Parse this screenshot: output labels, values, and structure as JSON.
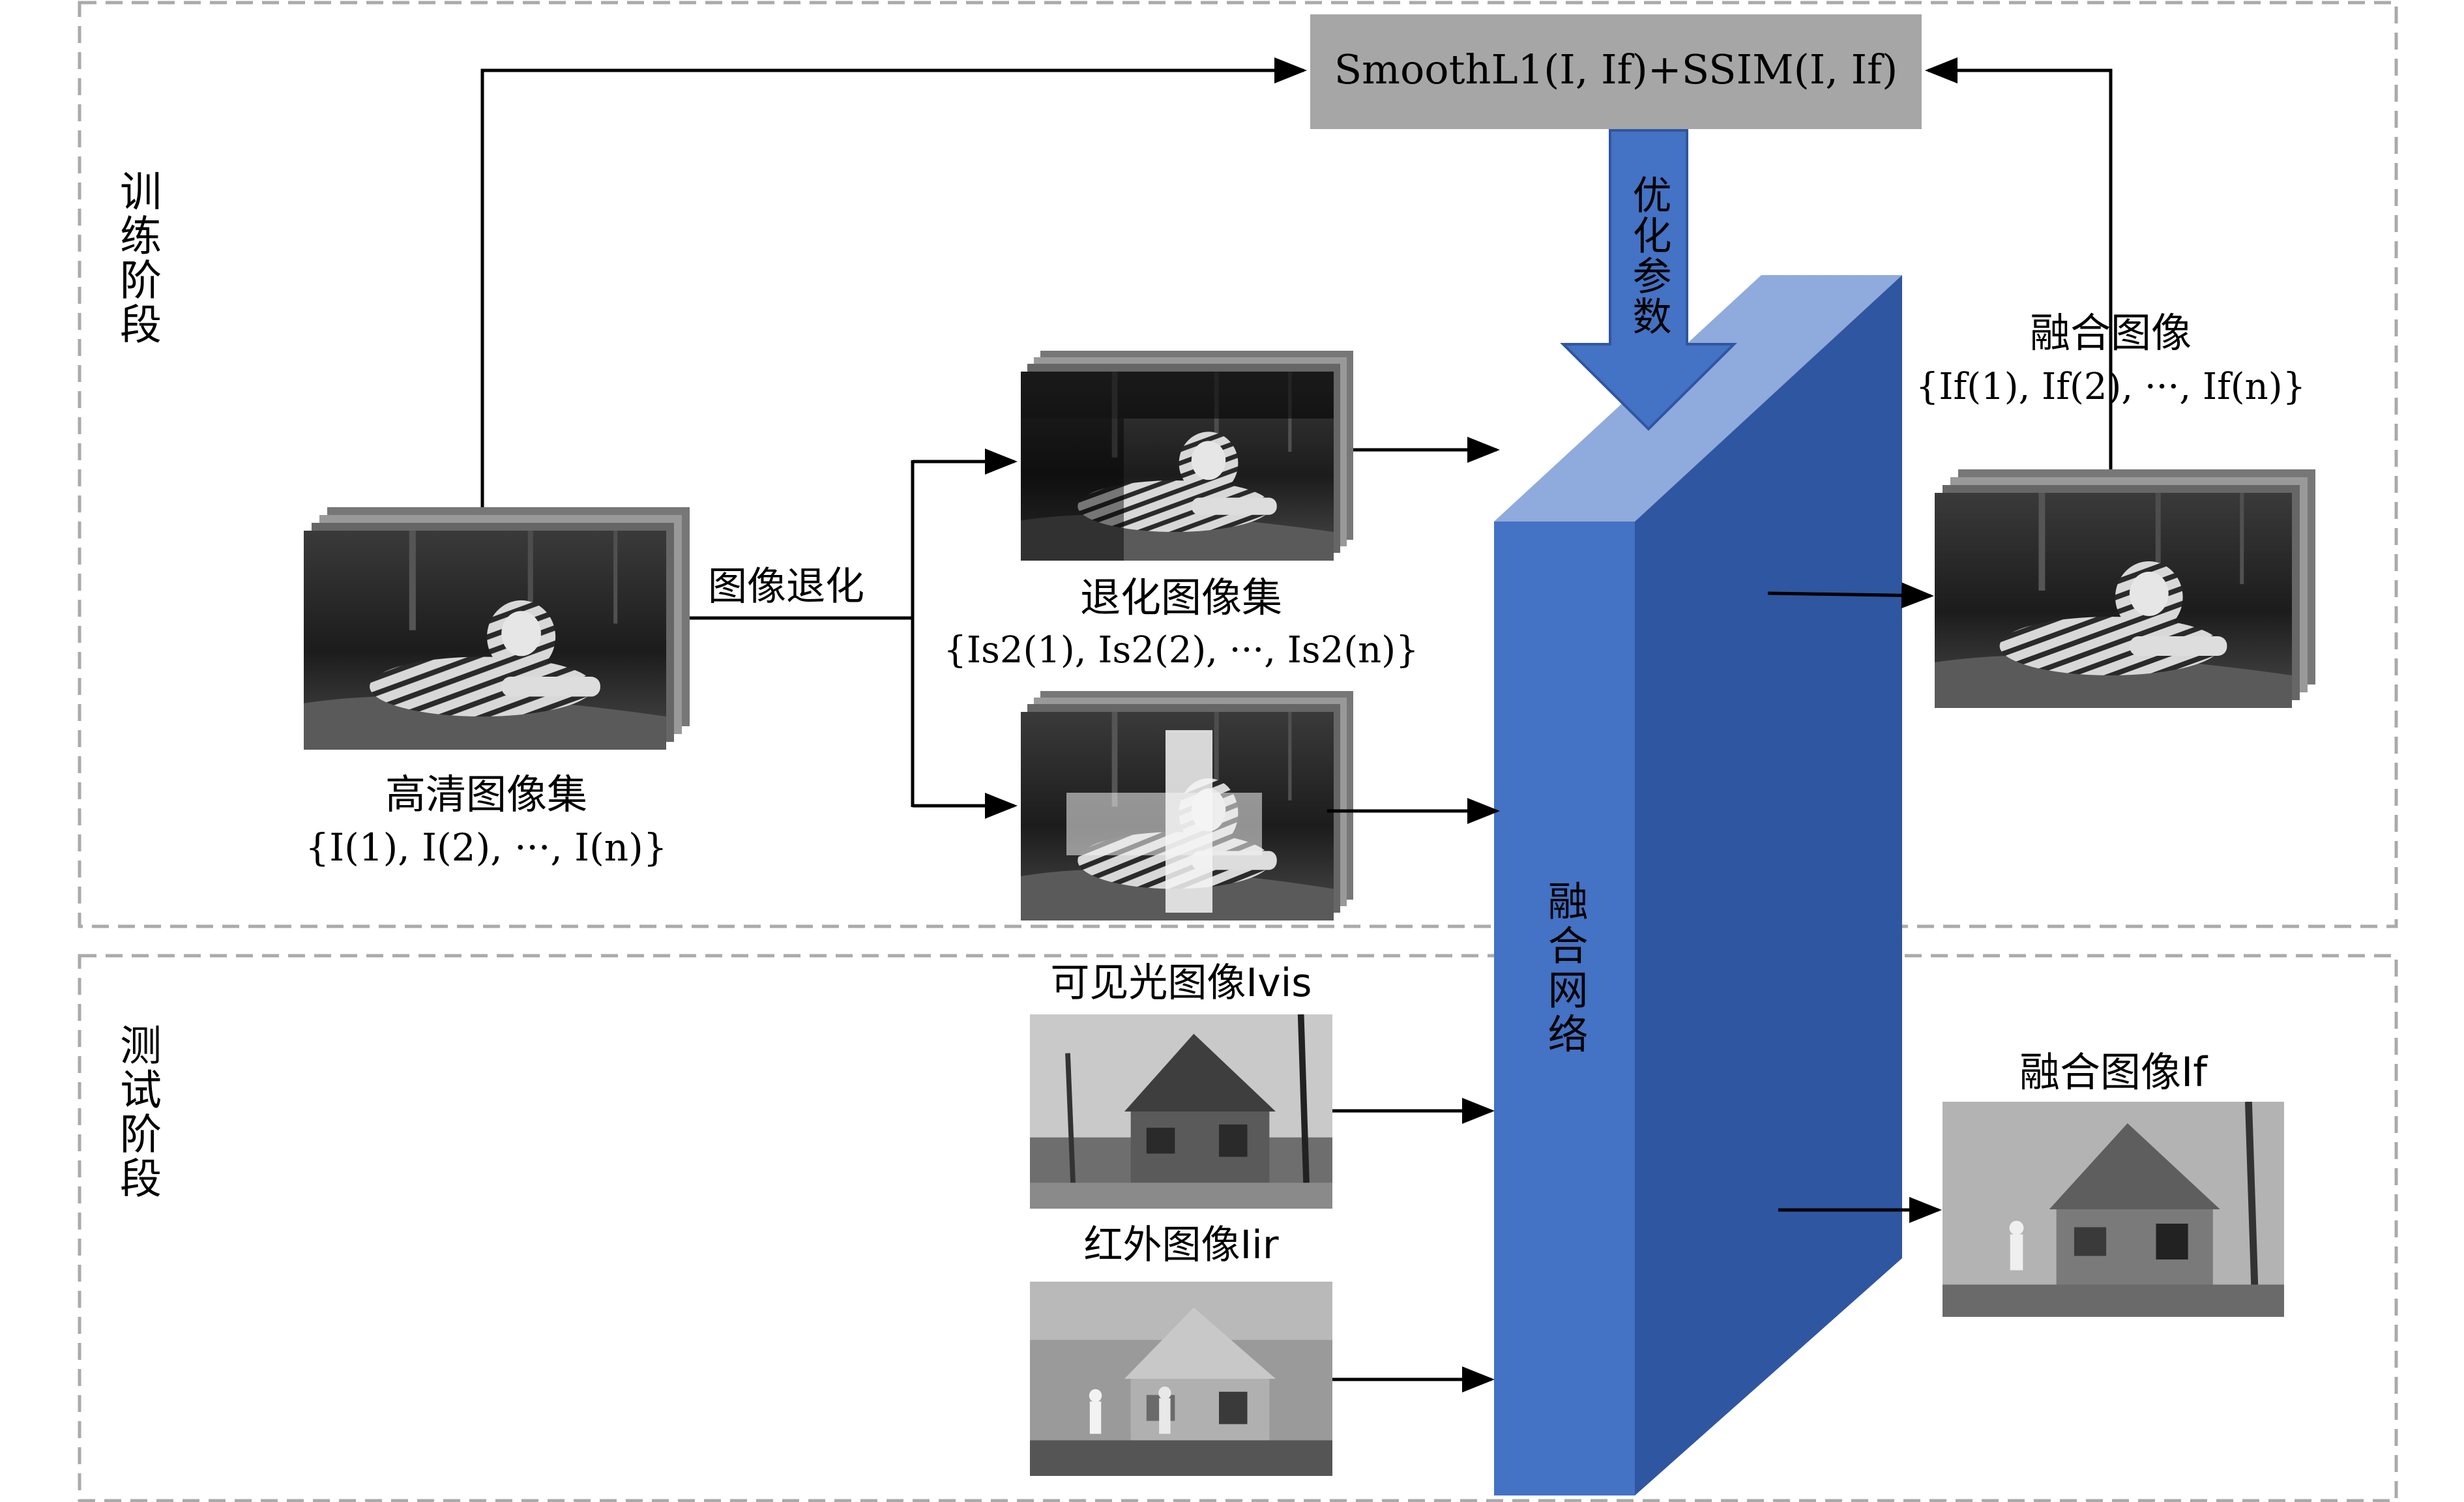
{
  "stages": {
    "train": "训练阶段",
    "test": "测试阶段"
  },
  "loss_box": "SmoothL1(I, If)+SSIM(I, If)",
  "optimize_label": "优化参数",
  "network_label": "融合网络",
  "hd_set": {
    "title": "高清图像集",
    "formula": "{I(1), I(2), ···, I(n)}"
  },
  "degradation_label": "图像退化",
  "degraded_set": {
    "title": "退化图像集",
    "formula": "{Is2(1), Is2(2), ···, Is2(n)}"
  },
  "fused_set": {
    "title": "融合图像",
    "formula": "{If(1), If(2), ···, If(n)}"
  },
  "test_inputs": {
    "visible": "可见光图像Ivis",
    "infrared": "红外图像Iir"
  },
  "test_output": "融合图像If",
  "colors": {
    "stage_border": "#aaaaaa",
    "loss_box_fill": "#a6a6a6",
    "network_front": "#4472c4",
    "network_side": "#2f56a0",
    "network_top": "#8faadc",
    "arrow": "#000000"
  }
}
